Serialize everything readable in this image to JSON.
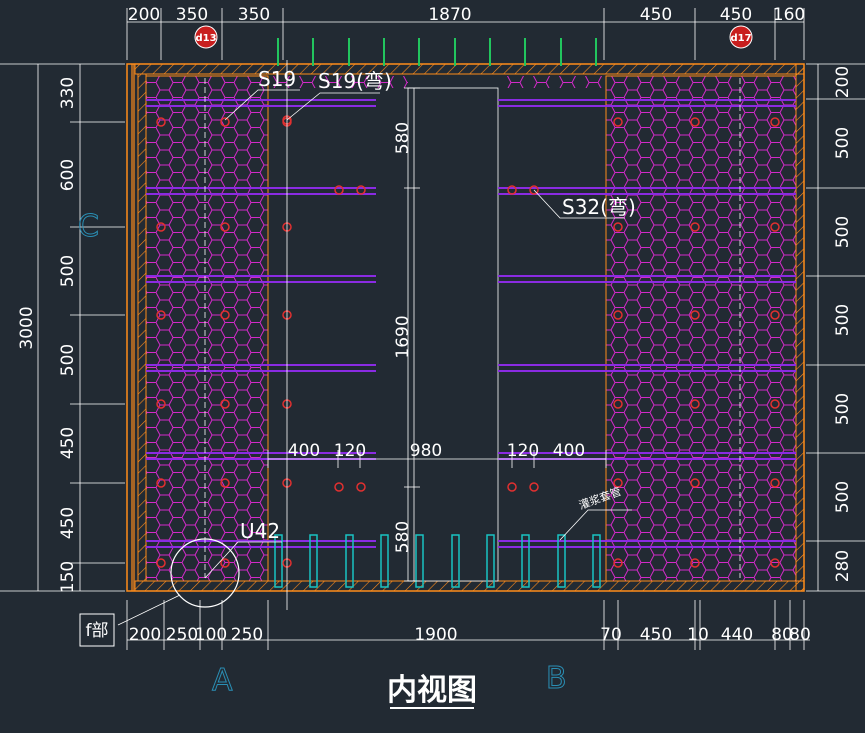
{
  "title": "内视图",
  "dims_top": [
    "200",
    "350",
    "350",
    "1870",
    "450",
    "450",
    "160"
  ],
  "dims_bottom": [
    "200",
    "250",
    "100",
    "250",
    "1900",
    "70",
    "450",
    "10",
    "440",
    "80",
    "80"
  ],
  "dims_left": [
    "330",
    "600",
    "500",
    "500",
    "450",
    "450",
    "150"
  ],
  "dims_left_total": "3000",
  "dims_right": [
    "200",
    "500",
    "500",
    "500",
    "500",
    "500",
    "280"
  ],
  "dims_inner_vertical": [
    "580",
    "1690",
    "580"
  ],
  "dims_inner_horizontal": [
    "400",
    "120",
    "980",
    "120",
    "400"
  ],
  "labels": {
    "s19": "S19",
    "s19b": "S19(弯)",
    "s32": "S32(弯)",
    "u42": "U42",
    "grout": "灌浆套管",
    "detail": "f部"
  },
  "tags": {
    "left": "d13",
    "right": "d17"
  },
  "axis_labels": {
    "a": "A",
    "b": "B",
    "c": "C"
  },
  "colors": {
    "background": "#222a33",
    "mesh": "#d22ac8",
    "rebar": "#8a2be2",
    "outline": "#ff8c1a",
    "green_bar": "#22c55e",
    "cyan_sleeve": "#19c3c3",
    "red_dot": "#e23030",
    "dim_line": "#ffffff"
  }
}
